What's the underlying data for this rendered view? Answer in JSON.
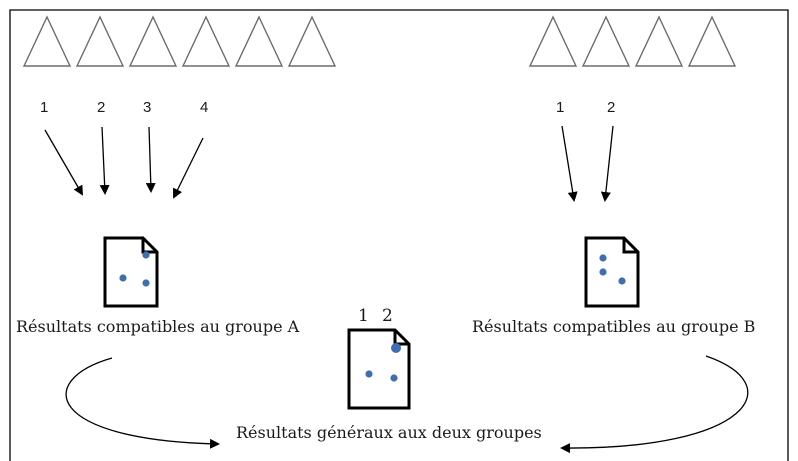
{
  "group_a": {
    "triangle_count": 6,
    "input_numbers": [
      "1",
      "2",
      "3",
      "4"
    ],
    "caption": "Résultats compatibles au groupe A"
  },
  "group_b": {
    "triangle_count": 4,
    "input_numbers": [
      "1",
      "2"
    ],
    "caption": "Résultats compatibles au groupe B"
  },
  "combined": {
    "numbers": [
      "1",
      "2"
    ],
    "caption": "Résultats généraux aux deux groupes"
  },
  "colors": {
    "border": "#000000",
    "triangle_stroke": "#6b6b6b",
    "arrow": "#000000",
    "dot": "#3f6fae"
  },
  "icons": [
    "triangle-icon",
    "document-icon",
    "arrow-icon"
  ]
}
